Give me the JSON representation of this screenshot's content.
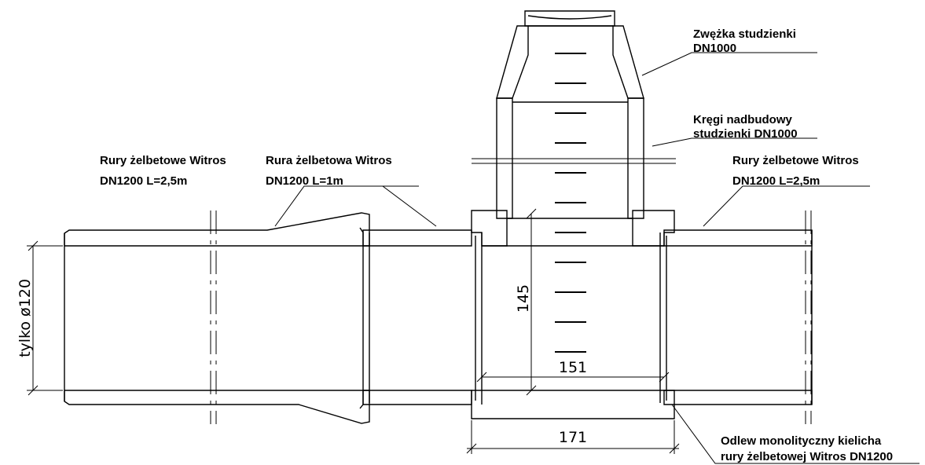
{
  "labels": {
    "reducer_line1": "Zwężka studzienki",
    "reducer_line2": "DN1000",
    "rings_line1": "Kręgi nadbudowy",
    "rings_line2": "studzienki DN1000",
    "pipe_left_line1": "Rury żelbetowe Witros",
    "pipe_left_line2": "DN1200 L=2,5m",
    "pipe_mid_line1": "Rura żelbetowa Witros",
    "pipe_mid_line2": "DN1200 L=1m",
    "pipe_right_line1": "Rury żelbetowe Witros",
    "pipe_right_line2": "DN1200 L=2,5m",
    "cast_line1": "Odlew monolityczny kielicha",
    "cast_line2": "rury żelbetowej Witros DN1200"
  },
  "dimensions": {
    "diameter": "tylko ø120",
    "height": "145",
    "inner_width": "151",
    "base_width": "171"
  }
}
